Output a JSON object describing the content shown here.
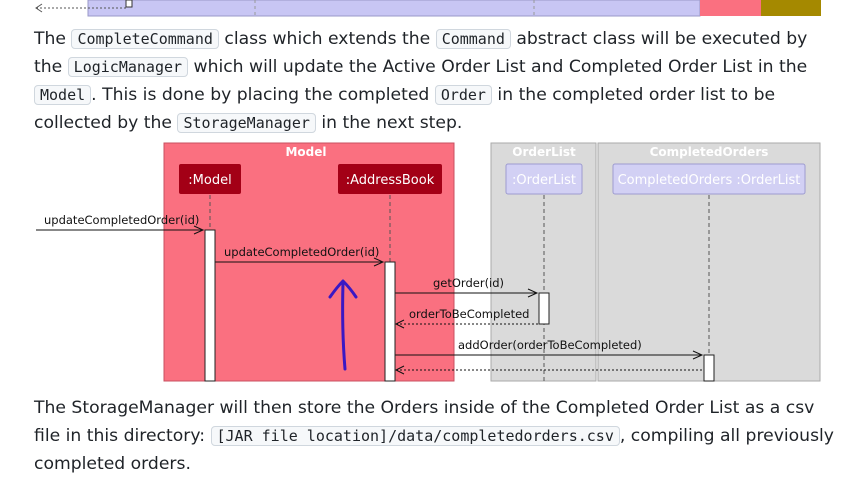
{
  "paragraph1": {
    "t1": "The ",
    "c1": "CompleteCommand",
    "t2": " class which extends the ",
    "c2": "Command",
    "t3": " abstract class will be executed by the ",
    "c3": "LogicManager",
    "t4": " which will update the Active Order List and Completed Order List in the ",
    "c4": "Model",
    "t5": ". This is done by placing the completed ",
    "c5": "Order",
    "t6": " in the completed order list to be collected by the ",
    "c6": "StorageManager",
    "t7": " in the next step."
  },
  "diagram": {
    "groups": {
      "model": "Model",
      "orderlist": "OrderList",
      "completed": "CompletedOrders"
    },
    "participants": {
      "model": ":Model",
      "addressbook": ":AddressBook",
      "orderlist": ":OrderList",
      "completed": "CompletedOrders :OrderList"
    },
    "messages": {
      "m1": "updateCompletedOrder(id)",
      "m2": "updateCompletedOrder(id)",
      "m3": "getOrder(id)",
      "m4": "orderToBeCompleted",
      "m5": "addOrder(orderToBeCompleted)"
    },
    "colors": {
      "model_group": "#fa7080",
      "participant_dark": "#a30016",
      "gray_group": "#dadada",
      "lavender": "#d2d0f4",
      "pen_ink": "#3a18c4"
    }
  },
  "paragraph2": {
    "t1": "The StorageManager will then store the Orders inside of the Completed Order List as a csv file in this directory: ",
    "c1": "[JAR file location]/data/completedorders.csv",
    "t2": ", compiling all previously completed orders."
  }
}
